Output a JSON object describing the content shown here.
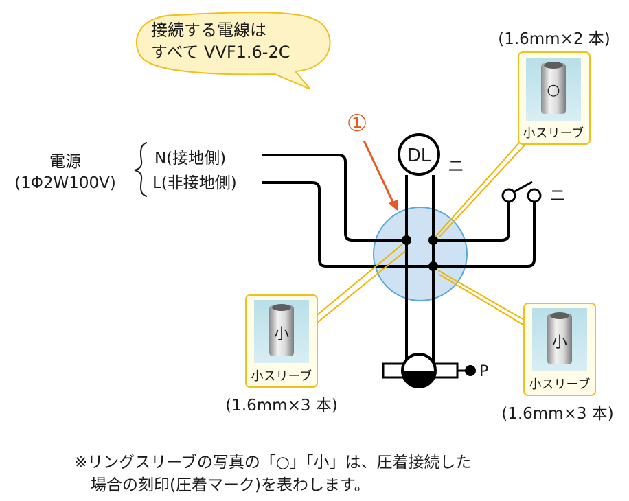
{
  "speech_bubble": {
    "line1": "接続する電線は",
    "line2": "すべて VVF1.6-2C"
  },
  "power_source": {
    "label": "電源",
    "spec": "(1Φ2W100V)",
    "n_line": "N(接地側)",
    "l_line": "L(非接地側)"
  },
  "marker": {
    "number": "①"
  },
  "lamp": {
    "label": "DL",
    "note": "ニ"
  },
  "switch": {
    "note": "ニ"
  },
  "outlet": {
    "label": "P"
  },
  "sleeve_top_right": {
    "caption": "(1.6mm×2 本)",
    "mark": "○",
    "name": "小スリーブ"
  },
  "sleeve_bottom_left": {
    "caption": "(1.6mm×3 本)",
    "mark": "小",
    "name": "小スリーブ"
  },
  "sleeve_bottom_right": {
    "caption": "(1.6mm×3 本)",
    "mark": "小",
    "name": "小スリーブ"
  },
  "footnote": {
    "line1": "※リングスリーブの写真の「○」「小」は、圧着接続した",
    "line2": "場合の刻印(圧着マーク)を表わします。"
  },
  "colors": {
    "wire": "#000000",
    "leader": "#f0b400",
    "box_fill": "#cfe2f3",
    "box_stroke": "#5ba9d6",
    "bubble_fill": "#fdf3c4",
    "bubble_stroke": "#f0c020",
    "marker": "#e8581f",
    "card_fill": "#fffde8",
    "card_stroke": "#f0c020"
  }
}
